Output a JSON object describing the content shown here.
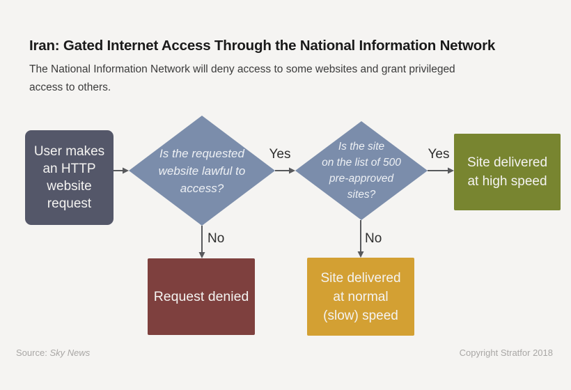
{
  "colors": {
    "bg": "#f5f4f2",
    "title-text": "#1a1a1a",
    "subtitle-text": "#3b3b3b",
    "slate": "#545769",
    "diamond": "#7b8dab",
    "olive": "#788530",
    "maroon": "#7e403e",
    "gold": "#d3a033",
    "arrow": "#58595c",
    "edge-label": "#2e2e2e",
    "node-text": "#f4f3f1",
    "footer-text": "#a9a7a5"
  },
  "header": {
    "title": "Iran: Gated Internet Access Through the National Information Network",
    "subtitle_lines": [
      "The National Information Network will deny access to some websites and grant privileged",
      "access to others."
    ]
  },
  "flowchart": {
    "nodes": {
      "user_request": {
        "lines": [
          "User makes",
          "an HTTP",
          "website",
          "request"
        ]
      },
      "decision_lawful": {
        "lines": [
          "Is the requested",
          "website lawful to",
          "access?"
        ]
      },
      "decision_preapproved": {
        "lines": [
          "Is the site",
          "on the list of 500",
          "pre-approved",
          "sites?"
        ]
      },
      "high_speed": {
        "lines": [
          "Site delivered",
          "at high speed"
        ]
      },
      "request_denied": {
        "lines": [
          "Request denied"
        ]
      },
      "slow_speed": {
        "lines": [
          "Site delivered",
          "at normal",
          "(slow) speed"
        ]
      }
    },
    "edge_labels": {
      "lawful_yes": "Yes",
      "preapproved_yes": "Yes",
      "lawful_no": "No",
      "preapproved_no": "No"
    }
  },
  "footer": {
    "source_prefix": "Source:",
    "source_name": "Sky News",
    "copyright": "Copyright Stratfor 2018"
  }
}
